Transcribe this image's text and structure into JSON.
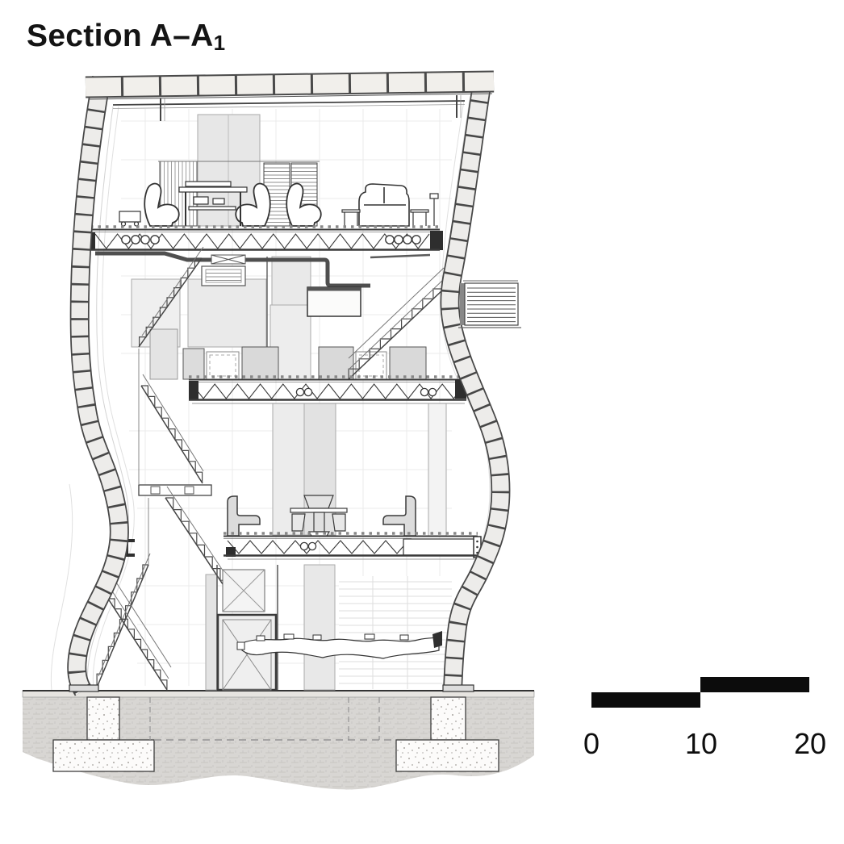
{
  "page": {
    "background": "#ffffff"
  },
  "title": {
    "main": "Section A–A",
    "subscript": "1"
  },
  "scale_bar": {
    "labels": [
      "0",
      "10",
      "20"
    ],
    "bar_color": "#0c0c0c",
    "segments": 2,
    "units_per_segment": 10
  },
  "drawing": {
    "kind": "architectural-building-cross-section",
    "floors": 3,
    "parts": [
      "roof-coping",
      "curved-left-wall",
      "curved-right-wall",
      "top-floor-lounge",
      "truss-floor-upper",
      "mechanical-duct",
      "air-diffuser",
      "truss-floor-middle",
      "equipment-boxes",
      "external-louver-box",
      "interior-stairs",
      "stair-landing",
      "booth-seating",
      "truss-floor-lower",
      "elevator-shaft",
      "suspended-sculpture",
      "ground-slab",
      "concrete-footings"
    ],
    "colors": {
      "line": "#3a3a3a",
      "wall_fill": "#edecea",
      "light_fill": "#e8e8e8",
      "soil": "#d8d6d3",
      "footing": "#fcfbfa",
      "duct": "#4f4f4f"
    }
  }
}
